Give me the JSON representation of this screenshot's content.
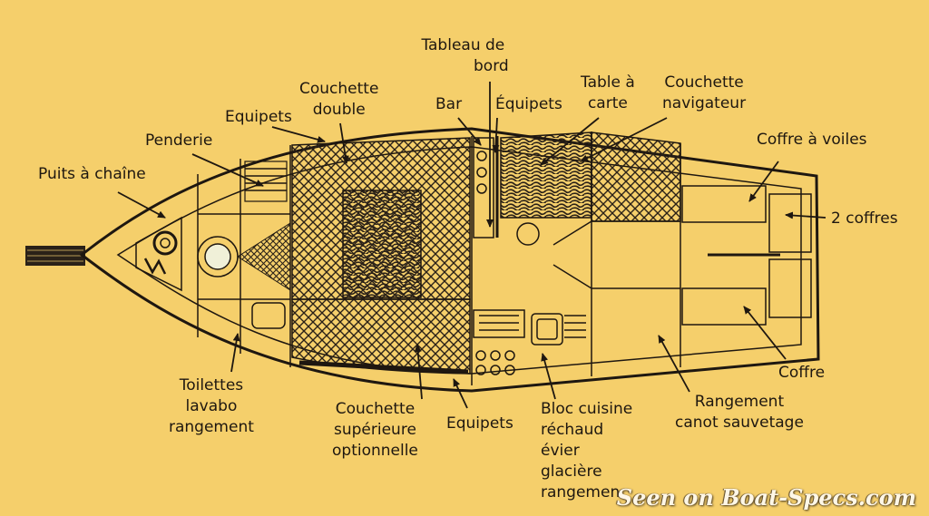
{
  "labels": {
    "puits_a_chaine": "Puits à chaîne",
    "penderie": "Penderie",
    "equipets_top": "Equipets",
    "couchette_double": [
      "Couchette",
      "double"
    ],
    "tableau_de_bord": [
      "Tableau de",
      "bord"
    ],
    "bar": "Bar",
    "equipets_bar": "Équipets",
    "table_a_carte": [
      "Table à",
      "carte"
    ],
    "couchette_navigateur": [
      "Couchette",
      "navigateur"
    ],
    "coffre_a_voiles": "Coffre à voiles",
    "deux_coffres": "2 coffres",
    "coffre": "Coffre",
    "rangement_canot": [
      "Rangement",
      "canot sauvetage"
    ],
    "bloc_cuisine": [
      "Bloc cuisine",
      "réchaud",
      "évier",
      "glacière",
      "rangemen"
    ],
    "equipets_bottom": "Equipets",
    "couchette_superieure": [
      "Couchette",
      "supérieure",
      "optionnelle"
    ],
    "toilettes": [
      "Toilettes",
      "lavabo",
      "rangement"
    ]
  },
  "watermark": "Seen on Boat-Specs.com",
  "colors": {
    "background": "#f5cf6b",
    "ink": "#1e1710"
  }
}
